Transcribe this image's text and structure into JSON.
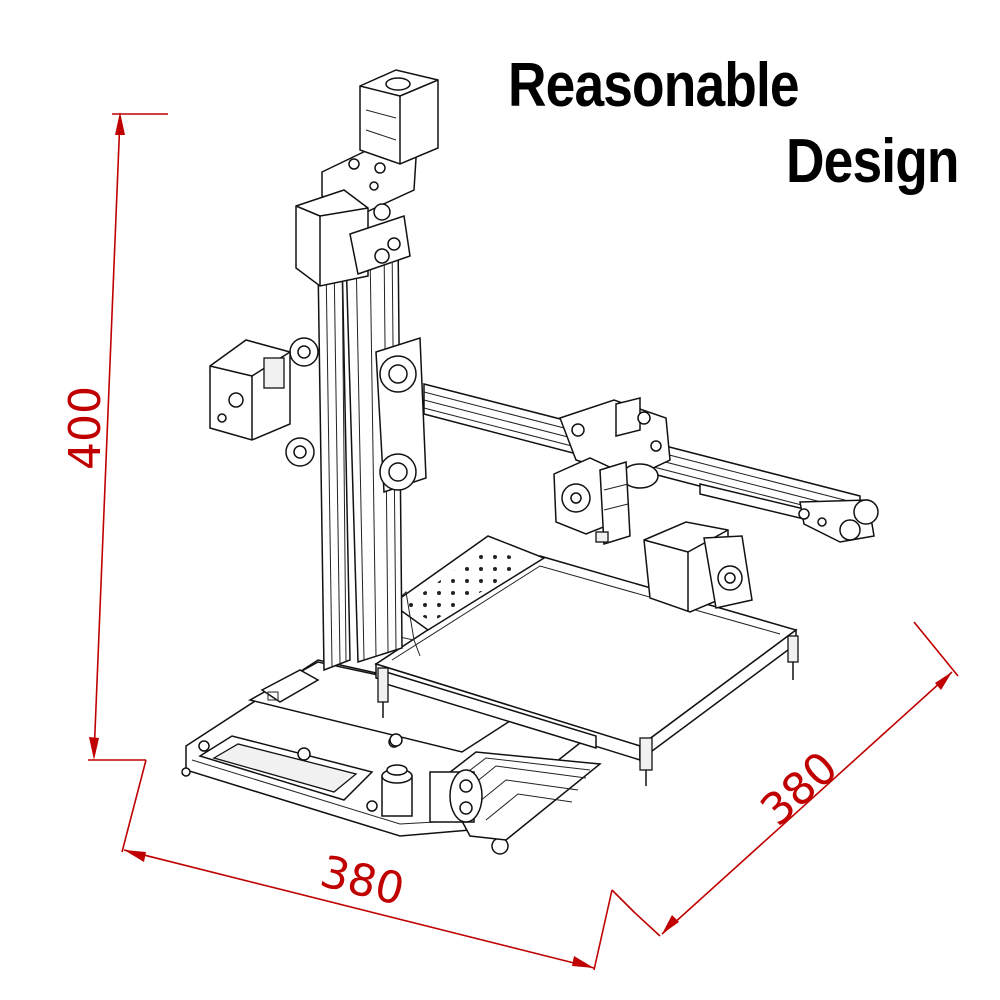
{
  "headline": {
    "line1": "Reasonable",
    "line2": "Design"
  },
  "dimensions": {
    "height": "400",
    "width": "380",
    "depth": "380"
  },
  "colors": {
    "dimension_line": "#c00000",
    "drawing_line": "#111111",
    "background": "#ffffff"
  }
}
